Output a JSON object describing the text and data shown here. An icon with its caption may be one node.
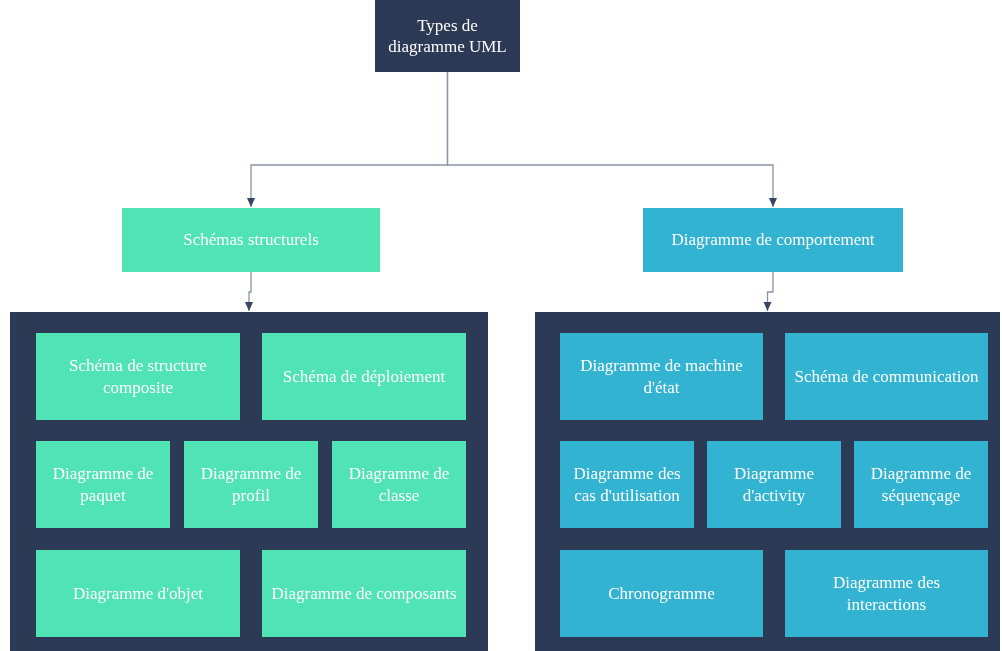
{
  "diagram": {
    "nodes": [
      {
        "text": [
          "Types de diagramme UML"
        ]
      },
      {
        "text": [
          "Schémas structurels"
        ]
      },
      {
        "text": [
          "Diagramme de comportement"
        ]
      },
      {
        "text": [],
        "shape": "box"
      },
      {
        "text": [
          "Schéma de structure composite"
        ],
        "in": 3
      },
      {
        "text": [
          "Schéma de déploiement"
        ],
        "in": 3
      },
      {
        "text": [
          "Diagramme de paquet"
        ],
        "in": 3
      },
      {
        "text": [
          "Diagramme de profil"
        ],
        "in": 3
      },
      {
        "text": [
          "Diagramme de classe"
        ],
        "in": 3
      },
      {
        "text": [
          "Diagramme d'objet"
        ],
        "in": 3
      },
      {
        "text": [
          "Diagramme de composants"
        ],
        "in": 3
      },
      {
        "text": [],
        "shape": "box"
      },
      {
        "text": [
          "Diagramme de machine d'état"
        ],
        "in": 11
      },
      {
        "text": [
          "Schéma de communication"
        ],
        "in": 11
      },
      {
        "text": [
          "Diagramme des cas d'utilisation"
        ],
        "in": 11
      },
      {
        "text": [
          "Diagramme d'activity"
        ],
        "in": 11
      },
      {
        "text": [
          "Diagramme de séquençage"
        ],
        "in": 11
      },
      {
        "text": [
          "Chronogramme"
        ],
        "in": 11
      },
      {
        "text": [
          "Diagramme des interactions"
        ],
        "in": 11
      }
    ],
    "edges": [
      {
        "from": 0,
        "to": 1,
        "arrow": "to"
      },
      {
        "from": 0,
        "to": 2,
        "arrow": "to"
      },
      {
        "from": 1,
        "to": 3,
        "arrow": "to"
      },
      {
        "from": 2,
        "to": 11,
        "arrow": "to"
      }
    ]
  }
}
